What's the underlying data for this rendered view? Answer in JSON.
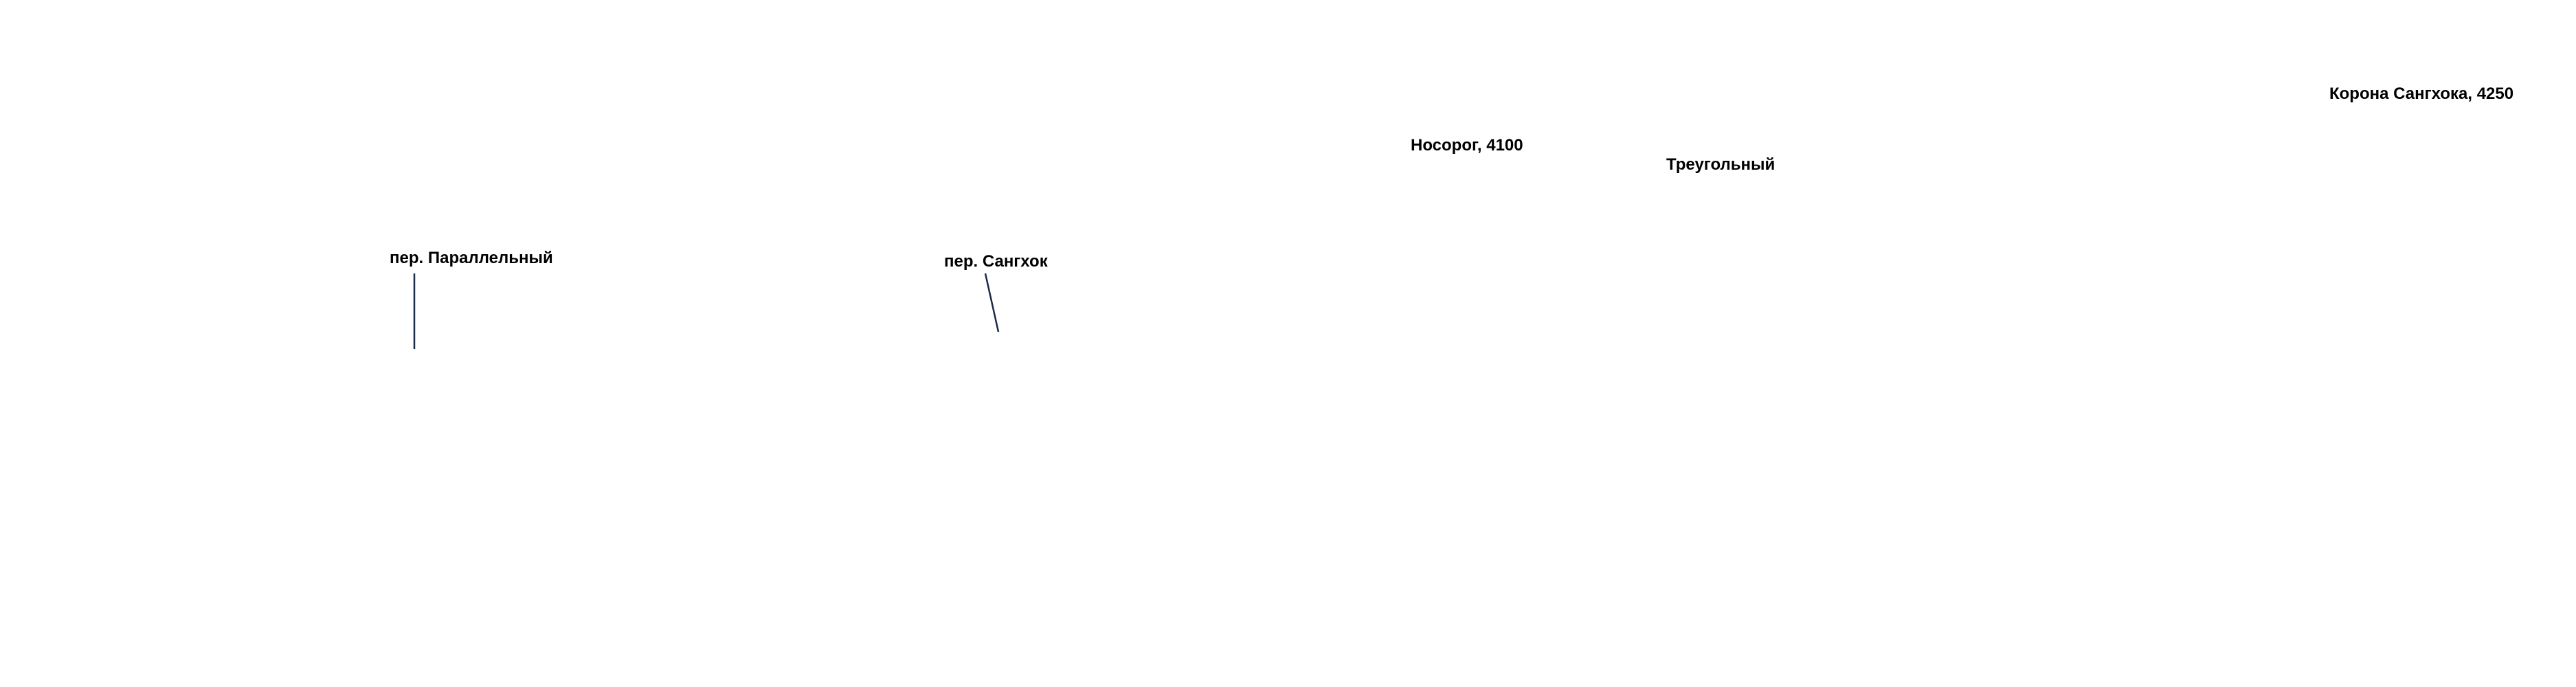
{
  "labels": {
    "crown": "Корона Сангхока, 4250",
    "rhino": "Носорог, 4100",
    "triangular": "Треугольный",
    "parallel_pass": "пер. Параллельный",
    "sangkhok_pass": "пер. Сангхок"
  },
  "colors": {
    "background": "#ffffff",
    "text": "#000000",
    "leader_line": "#1a2a4a"
  }
}
